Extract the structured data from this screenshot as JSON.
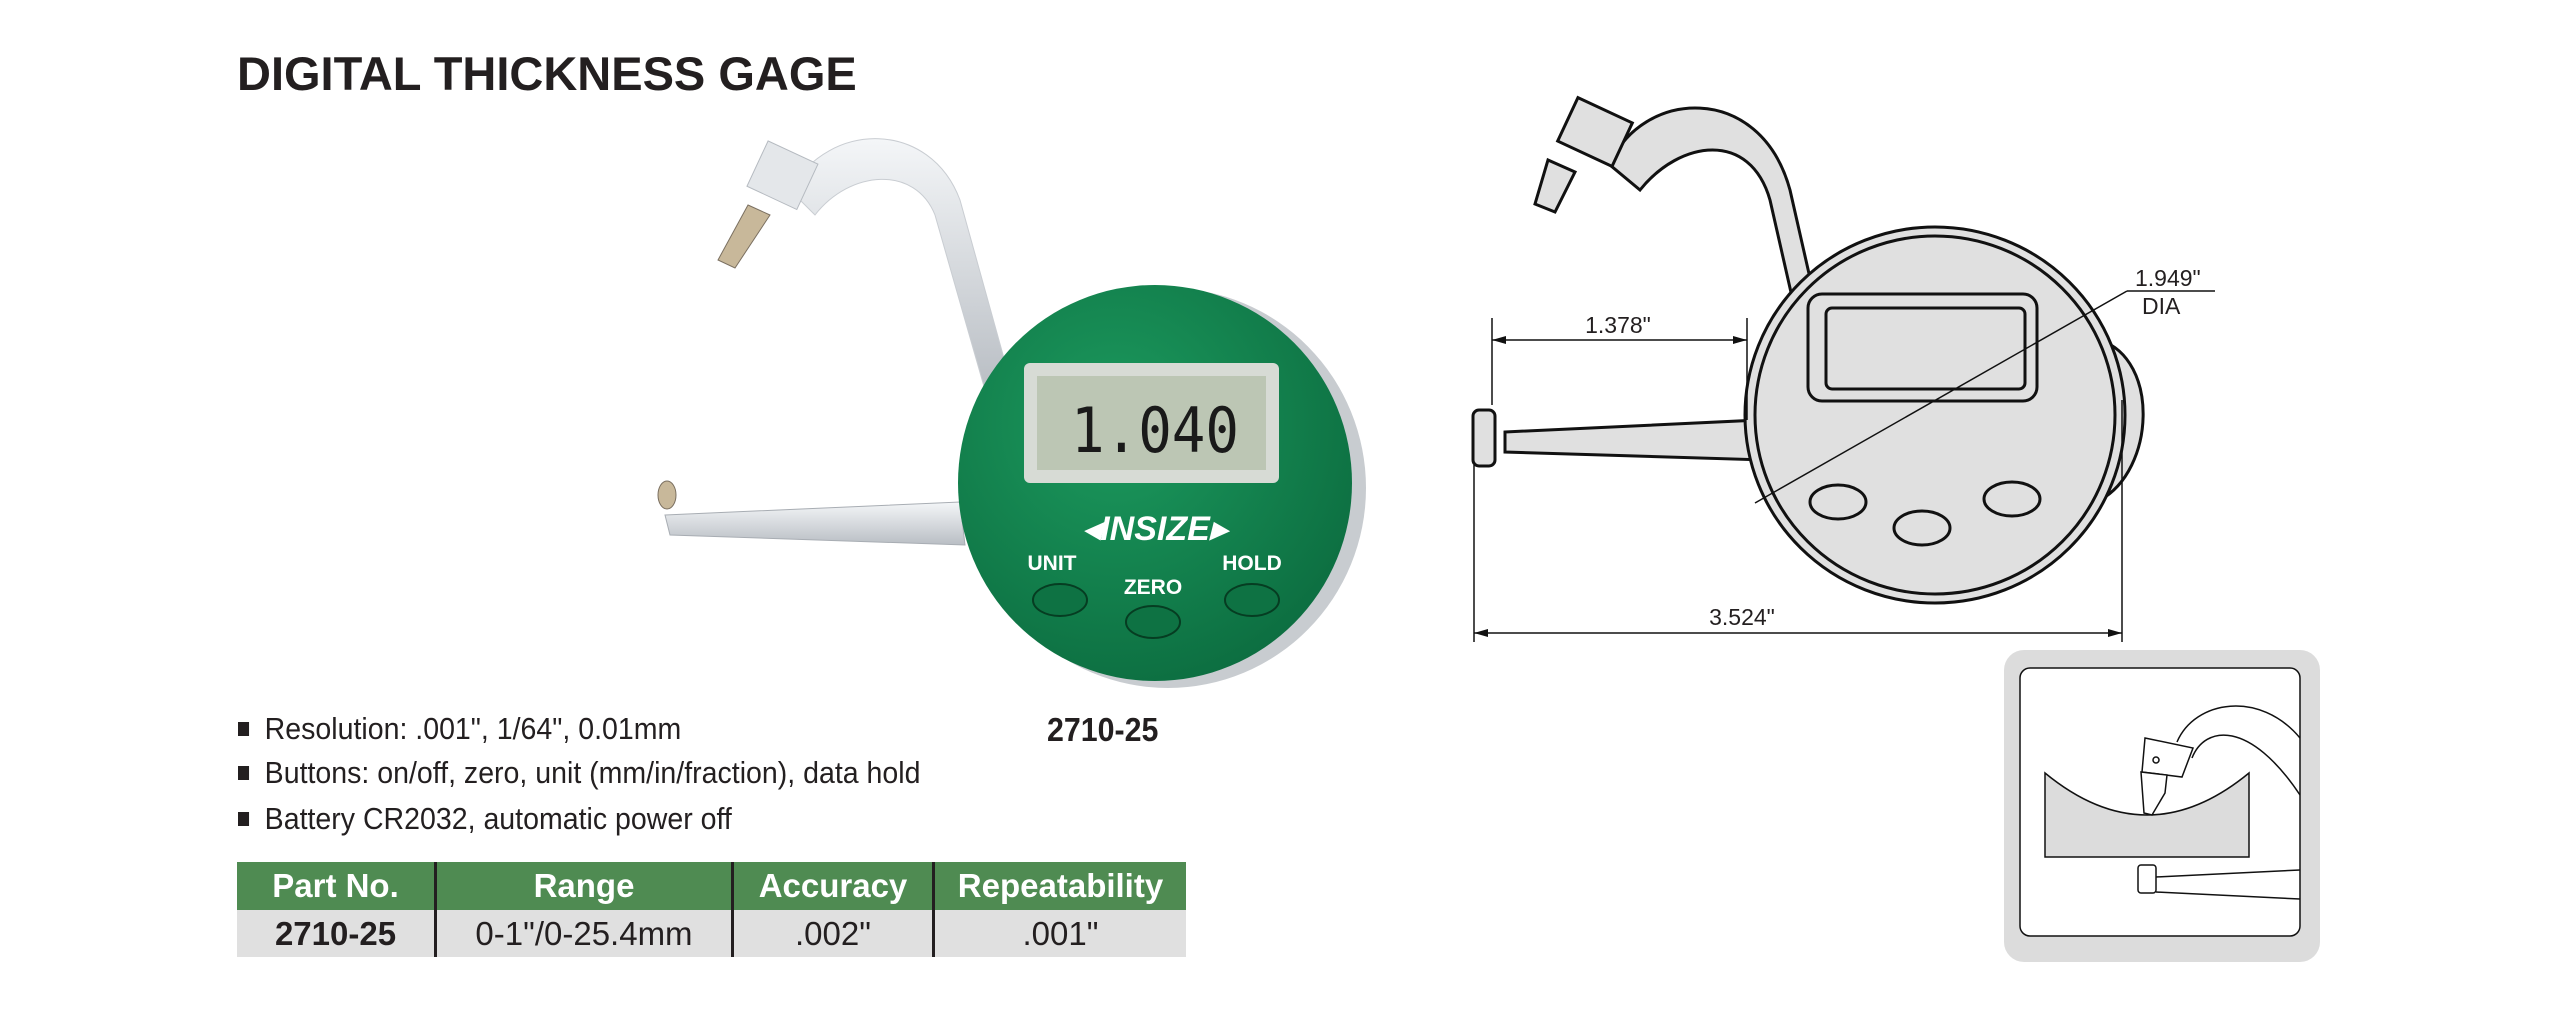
{
  "title": "DIGITAL THICKNESS GAGE",
  "features": [
    "Resolution: .001\", 1/64\", 0.01mm",
    "Buttons: on/off, zero, unit (mm/in/fraction), data hold",
    "Battery CR2032, automatic power off"
  ],
  "model_label": "2710-25",
  "product_photo": {
    "display_reading": "1.040",
    "brand_logo": "INSIZE",
    "buttons": [
      "UNIT",
      "ZERO",
      "HOLD"
    ],
    "dial_color": "#127a4a"
  },
  "table": {
    "headers": [
      "Part No.",
      "Range",
      "Accuracy",
      "Repeatability"
    ],
    "rows": [
      [
        "2710-25",
        "0-1\"/0-25.4mm",
        ".002\"",
        ".001\""
      ]
    ],
    "header_color": "#4f8b52"
  },
  "drawing": {
    "dim_arm": "1.378\"",
    "dim_overall": "3.524\"",
    "dim_dia": "1.949\"",
    "dim_dia_suffix": "DIA"
  }
}
